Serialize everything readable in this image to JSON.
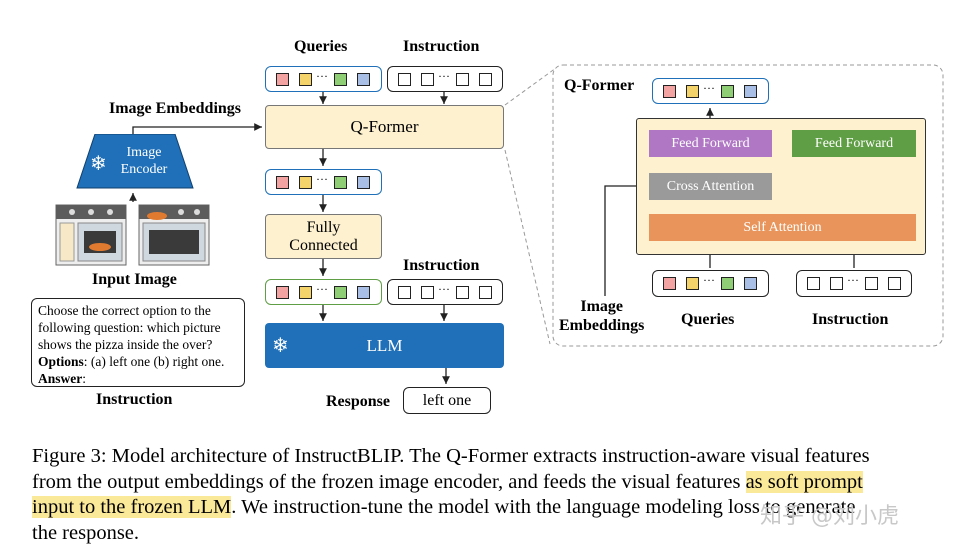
{
  "left_panel": {
    "queries_label": "Queries",
    "instruction_label_top": "Instruction",
    "image_embeddings_label": "Image Embeddings",
    "image_encoder_label": "Image\nEncoder",
    "input_image_label": "Input Image",
    "qformer_label": "Q-Former",
    "fully_connected_label": "Fully\nConnected",
    "instruction_label_mid": "Instruction",
    "llm_label": "LLM",
    "response_label": "Response",
    "response_value": "left one",
    "instruction_box": {
      "line1": "Choose the correct option to the",
      "line2": "following question: which picture",
      "line3": "shows the pizza inside the over?",
      "options_label": "Options",
      "options_text": ": (a) left one (b) right one.",
      "answer_label": "Answer",
      "answer_text": ":"
    },
    "instruction_caption": "Instruction"
  },
  "right_panel": {
    "title": "Q-Former",
    "feed_forward_left": "Feed Forward",
    "feed_forward_right": "Feed Forward",
    "cross_attention": "Cross Attention",
    "self_attention": "Self Attention",
    "image_embeddings_label": "Image\nEmbeddings",
    "queries_label": "Queries",
    "instruction_label": "Instruction"
  },
  "token_ellipsis": "···",
  "colors": {
    "token_red": "#f4a3a3",
    "token_yellow": "#f5d36b",
    "token_green": "#8fce74",
    "token_blue": "#a9bfe6",
    "qformer_fill": "#fdf1cf",
    "llm_blue": "#1f70b8",
    "feed_forward_purple": "#b077c4",
    "feed_forward_green": "#5f9e45",
    "cross_attention_gray": "#9a9a9a",
    "self_attention_orange": "#e8945a",
    "highlight": "#fbe99a"
  },
  "icons": {
    "snowflake": "❄",
    "image_encoder_icon": "snowflake-icon",
    "llm_icon": "snowflake-icon"
  },
  "caption": {
    "line1": "Figure 3: Model architecture of InstructBLIP. The Q-Former extracts instruction-aware visual features",
    "line2_part1": "from the output embeddings of the frozen image encoder, and feeds the visual features ",
    "line2_highlight": "as soft prompt",
    "line3_highlight": "input to the frozen LLM",
    "line3_part2": ". We instruction-tune the model with the language modeling loss to generate",
    "line4": "the response."
  },
  "watermark": "知乎 @刘小虎"
}
